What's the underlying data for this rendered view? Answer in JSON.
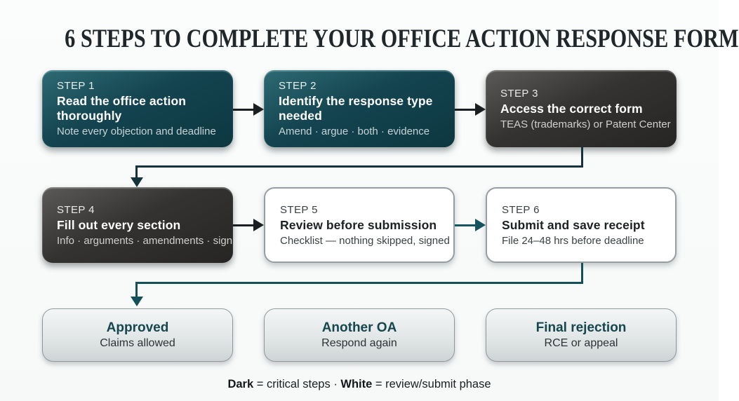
{
  "title": "6 STEPS TO COMPLETE YOUR OFFICE ACTION RESPONSE FORM",
  "steps": [
    {
      "label": "STEP 1",
      "title": "Read the office action thoroughly",
      "subtitle": "Note every objection and deadline",
      "theme": "teal"
    },
    {
      "label": "STEP 2",
      "title": "Identify the response type needed",
      "subtitle": "Amend · argue · both · evidence",
      "theme": "teal"
    },
    {
      "label": "STEP 3",
      "title": "Access the correct form",
      "subtitle": "TEAS (trademarks) or Patent Center",
      "theme": "dark"
    },
    {
      "label": "STEP 4",
      "title": "Fill out every section",
      "subtitle": "Info · arguments · amendments · sign",
      "theme": "dark"
    },
    {
      "label": "STEP 5",
      "title": "Review before submission",
      "subtitle": "Checklist — nothing skipped, signed",
      "theme": "white"
    },
    {
      "label": "STEP 6",
      "title": "Submit and save receipt",
      "subtitle": "File 24–48 hrs before deadline",
      "theme": "white"
    }
  ],
  "outcomes": [
    {
      "title": "Approved",
      "subtitle": "Claims allowed"
    },
    {
      "title": "Another OA",
      "subtitle": "Respond again"
    },
    {
      "title": "Final rejection",
      "subtitle": "RCE or appeal"
    }
  ],
  "legend": {
    "term1": "Dark",
    "desc1": " = critical steps · ",
    "term2": "White",
    "desc2": " = review/submit phase"
  },
  "colors": {
    "background": "#f9fafa",
    "teal_box": "#134450",
    "dark_box": "#343331",
    "white_box": "#ffffff",
    "outcome_box": "#e2e6e7",
    "outcome_title_text": "#16464e",
    "connector_dark": "#14333a",
    "connector_teal": "#14505a",
    "title_text": "#20272a"
  }
}
